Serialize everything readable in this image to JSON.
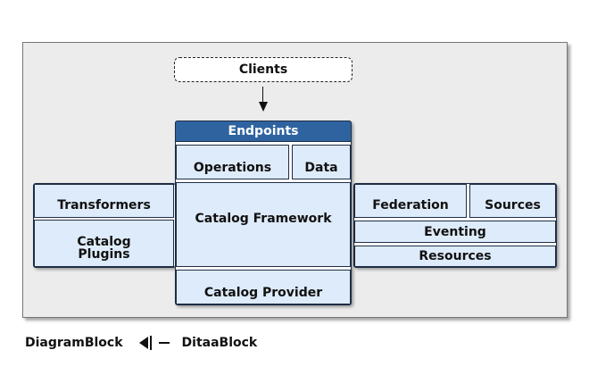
{
  "diagram": {
    "clients": "Clients",
    "endpoints": "Endpoints",
    "operations": "Operations",
    "data": "Data",
    "transformers": "Transformers",
    "catalog_plugins": "Catalog\nPlugins",
    "catalog_framework": "Catalog Framework",
    "federation": "Federation",
    "sources": "Sources",
    "eventing": "Eventing",
    "resources": "Resources",
    "catalog_provider": "Catalog Provider"
  },
  "caption": {
    "left": "DiagramBlock",
    "right": "DitaaBlock"
  }
}
